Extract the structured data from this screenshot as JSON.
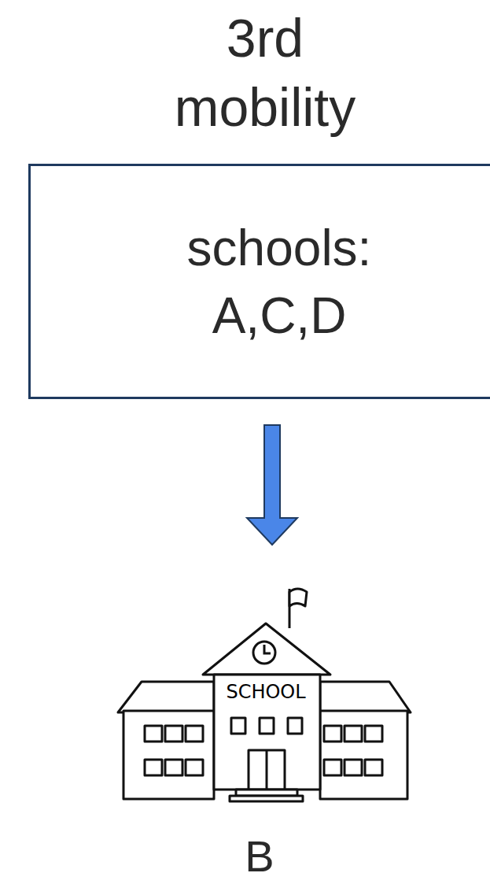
{
  "diagram": {
    "title": "3rd mobility",
    "nodes": [
      {
        "text": [
          "schools: A,C,D"
        ]
      },
      {
        "text": [
          "SCHOOL",
          "B"
        ]
      }
    ],
    "edges": [
      {
        "from": 0,
        "to": 1,
        "arrow": "to"
      }
    ]
  }
}
